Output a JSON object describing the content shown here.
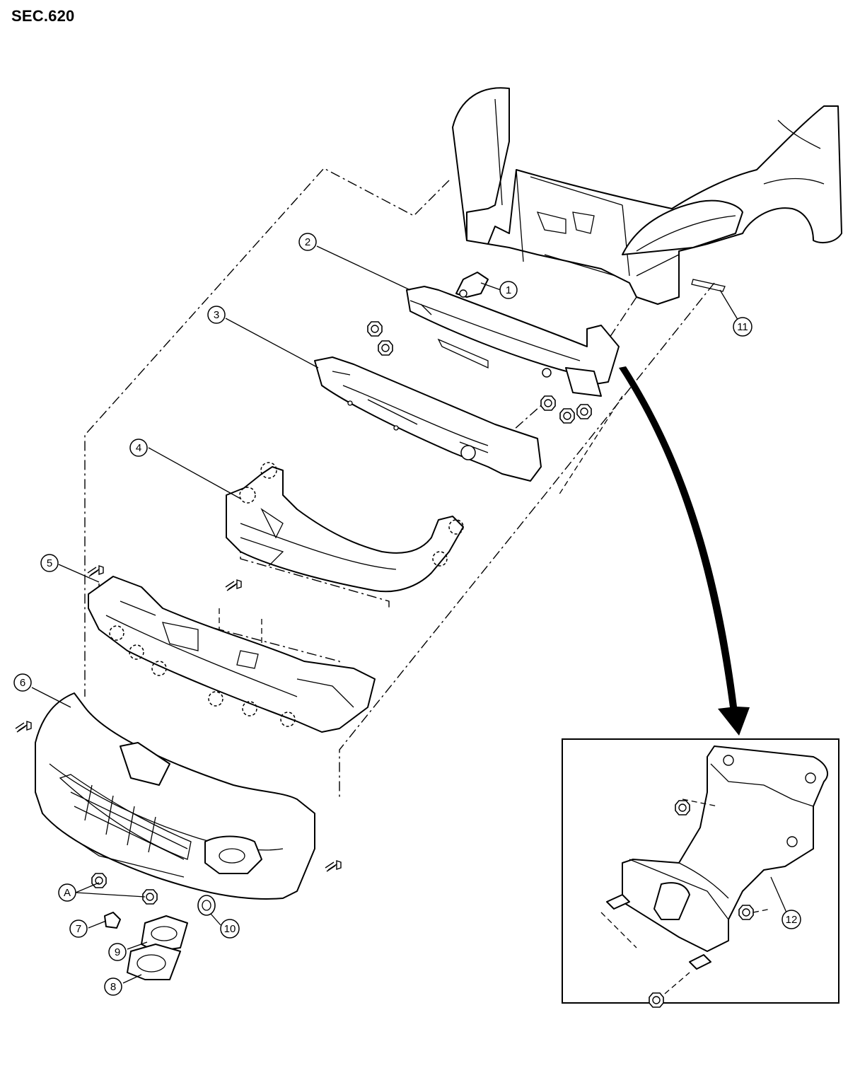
{
  "section": "SEC.620",
  "callouts": [
    {
      "key": "1",
      "label": "1"
    },
    {
      "key": "2",
      "label": "2"
    },
    {
      "key": "3",
      "label": "3"
    },
    {
      "key": "4",
      "label": "4"
    },
    {
      "key": "5",
      "label": "5"
    },
    {
      "key": "6",
      "label": "6"
    },
    {
      "key": "7",
      "label": "7"
    },
    {
      "key": "8",
      "label": "8"
    },
    {
      "key": "9",
      "label": "9"
    },
    {
      "key": "10",
      "label": "10"
    },
    {
      "key": "11",
      "label": "11"
    },
    {
      "key": "12",
      "label": "12"
    },
    {
      "key": "A",
      "label": "A"
    }
  ]
}
